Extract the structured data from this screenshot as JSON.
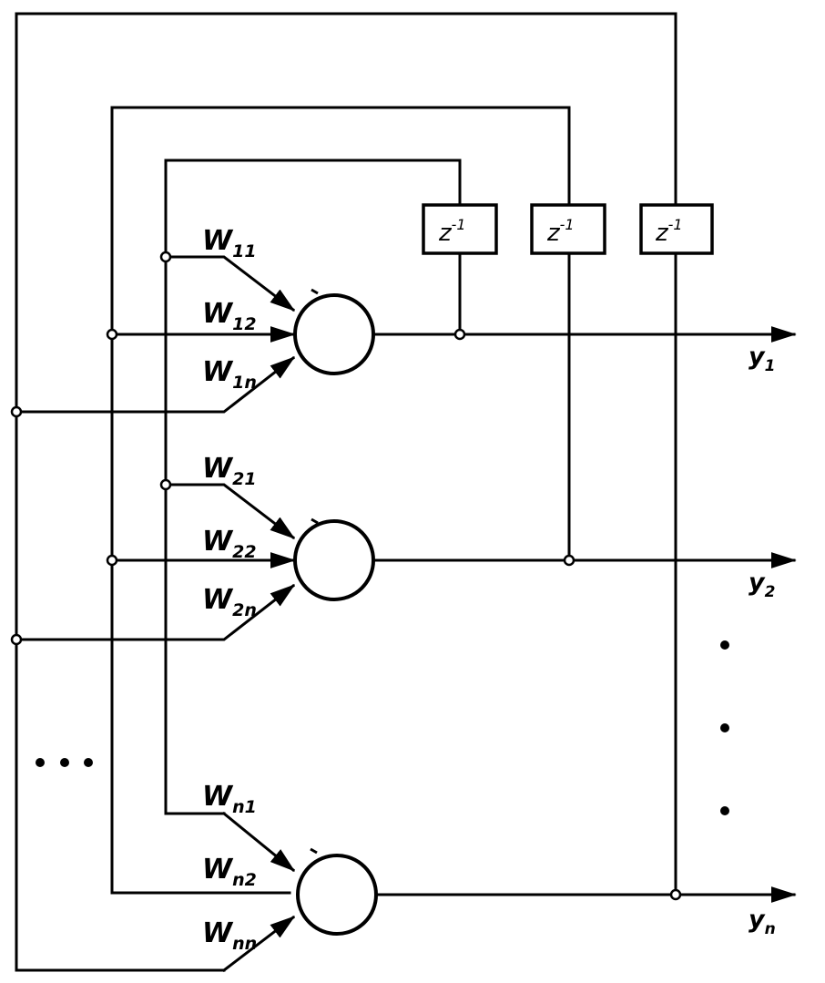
{
  "delays": [
    {
      "base": "z",
      "exp": "-1"
    },
    {
      "base": "z",
      "exp": "-1"
    },
    {
      "base": "z",
      "exp": "-1"
    }
  ],
  "weights": {
    "n1": [
      {
        "base": "W",
        "sub": "11"
      },
      {
        "base": "W",
        "sub": "12"
      },
      {
        "base": "W",
        "sub": "1n"
      }
    ],
    "n2": [
      {
        "base": "W",
        "sub": "21"
      },
      {
        "base": "W",
        "sub": "22"
      },
      {
        "base": "W",
        "sub": "2n"
      }
    ],
    "nn": [
      {
        "base": "W",
        "sub": "n1"
      },
      {
        "base": "W",
        "sub": "n2"
      },
      {
        "base": "W",
        "sub": "nn"
      }
    ]
  },
  "outputs": [
    {
      "base": "y",
      "sub": "1"
    },
    {
      "base": "y",
      "sub": "2"
    },
    {
      "base": "y",
      "sub": "n"
    }
  ]
}
